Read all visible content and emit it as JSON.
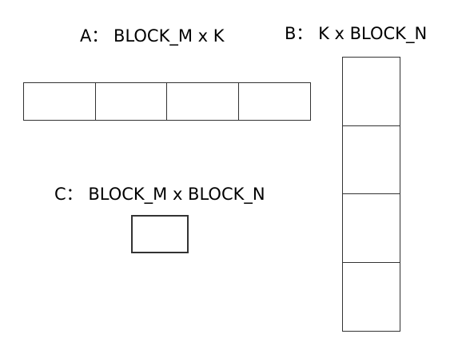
{
  "labels": {
    "a": "A： BLOCK_M x K",
    "b": "B： K x BLOCK_N",
    "c": "C： BLOCK_M x BLOCK_N"
  },
  "matrices": {
    "a": {
      "orientation": "horizontal",
      "cells": 4
    },
    "b": {
      "orientation": "vertical",
      "cells": 4
    },
    "c": {
      "cells": 1
    }
  },
  "colors": {
    "border": "#333333",
    "background": "#ffffff",
    "text": "#000000"
  }
}
